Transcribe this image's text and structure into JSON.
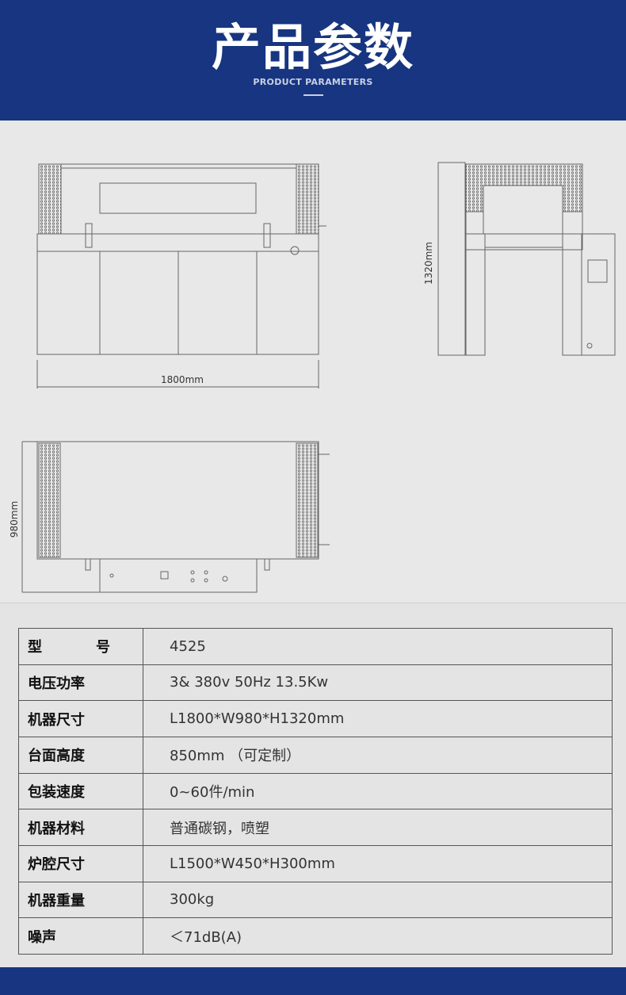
{
  "header": {
    "title": "产品参数",
    "subtitle": "PRODUCT PARAMETERS"
  },
  "drawings": {
    "width_label": "1800mm",
    "height_label": "1320mm",
    "depth_label": "980mm"
  },
  "params": [
    {
      "label": "型　　号",
      "value": "4525"
    },
    {
      "label": "电压功率",
      "value": "3& 380v 50Hz 13.5Kw"
    },
    {
      "label": "机器尺寸",
      "value": "L1800*W980*H1320mm"
    },
    {
      "label": "台面高度",
      "value": "850mm （可定制）"
    },
    {
      "label": "包装速度",
      "value": "0~60件/min"
    },
    {
      "label": "机器材料",
      "value": "普通碳钢，喷塑"
    },
    {
      "label": "炉腔尺寸",
      "value": "L1500*W450*H300mm"
    },
    {
      "label": "机器重量",
      "value": "300kg"
    },
    {
      "label": "噪声",
      "value": "＜71dB(A)"
    }
  ],
  "colors": {
    "brand_blue": "#173580",
    "background": "#e4e4e4"
  }
}
